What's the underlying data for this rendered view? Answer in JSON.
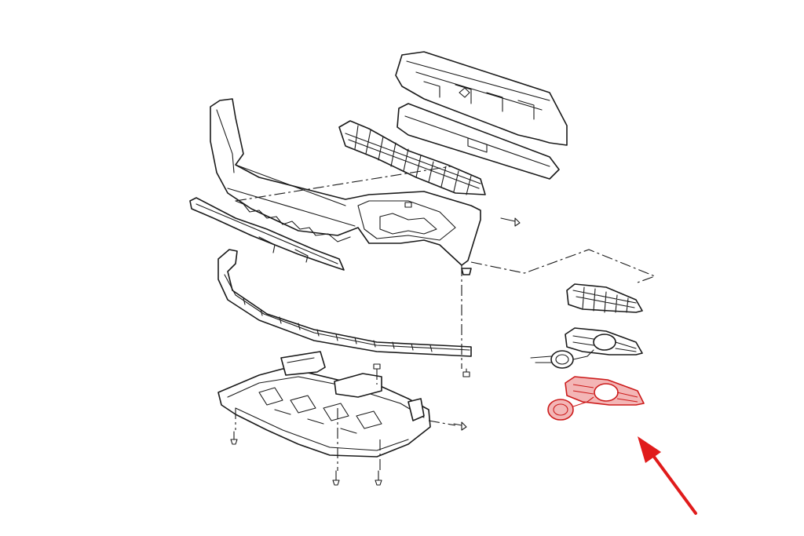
{
  "colors": {
    "line": "#1a1a1a",
    "highlight_stroke": "#cc1b1b",
    "highlight_fill": "#f3b6b6",
    "arrow": "#e01b1b",
    "background": "#ffffff"
  },
  "parts": [
    {
      "name": "bumper-absorber-upper",
      "highlighted": false
    },
    {
      "name": "bumper-absorber-lower",
      "highlighted": false
    },
    {
      "name": "front-bumper-cover",
      "highlighted": false
    },
    {
      "name": "lower-grille",
      "highlighted": false
    },
    {
      "name": "spoiler-trim-strip",
      "highlighted": false
    },
    {
      "name": "lower-lip-strip",
      "highlighted": false
    },
    {
      "name": "engine-undertray",
      "highlighted": false
    },
    {
      "name": "fog-lamp-grille-blank",
      "highlighted": false
    },
    {
      "name": "fog-lamp-grille-with-ring",
      "highlighted": false
    },
    {
      "name": "fog-lamp-grille-with-ring-highlighted",
      "highlighted": true
    }
  ],
  "fasteners": [
    "screw",
    "clip",
    "bolt"
  ],
  "pointer": {
    "icon": "red-arrow-icon",
    "points_to": "fog-lamp-grille-with-ring-highlighted"
  }
}
